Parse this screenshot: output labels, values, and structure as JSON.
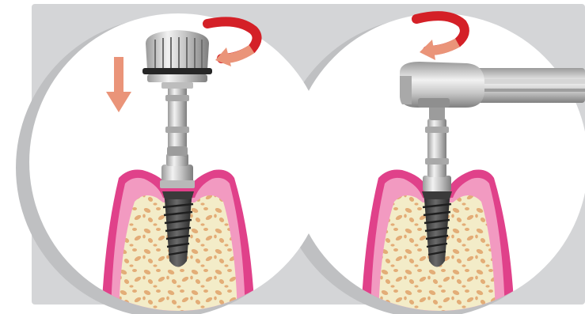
{
  "colors": {
    "background_panel": "#d4d5d7",
    "circle_fill": "#ffffff",
    "gum_outer": "#e0418a",
    "gum_inner": "#f29ac1",
    "bone": "#f3ecc8",
    "bone_pores": "#e3ad77",
    "implant": "#4a4a4a",
    "metal_light": "#e8e8e8",
    "metal_dark": "#8c8c8c",
    "arrow_red": "#d42027",
    "arrow_salmon": "#ea9479"
  },
  "panels": [
    {
      "id": "step-1",
      "tool": "hand-driver",
      "arrows": [
        "rotate-clockwise-arrow",
        "down-arrow"
      ]
    },
    {
      "id": "step-2",
      "tool": "torque-wrench",
      "arrows": [
        "rotate-clockwise-arrow"
      ]
    }
  ]
}
